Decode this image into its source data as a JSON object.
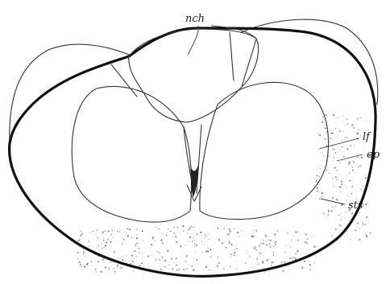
{
  "figure": {
    "labels": {
      "nch": "nch",
      "lf": "lf",
      "ep": "ep",
      "sts": "sts"
    }
  }
}
